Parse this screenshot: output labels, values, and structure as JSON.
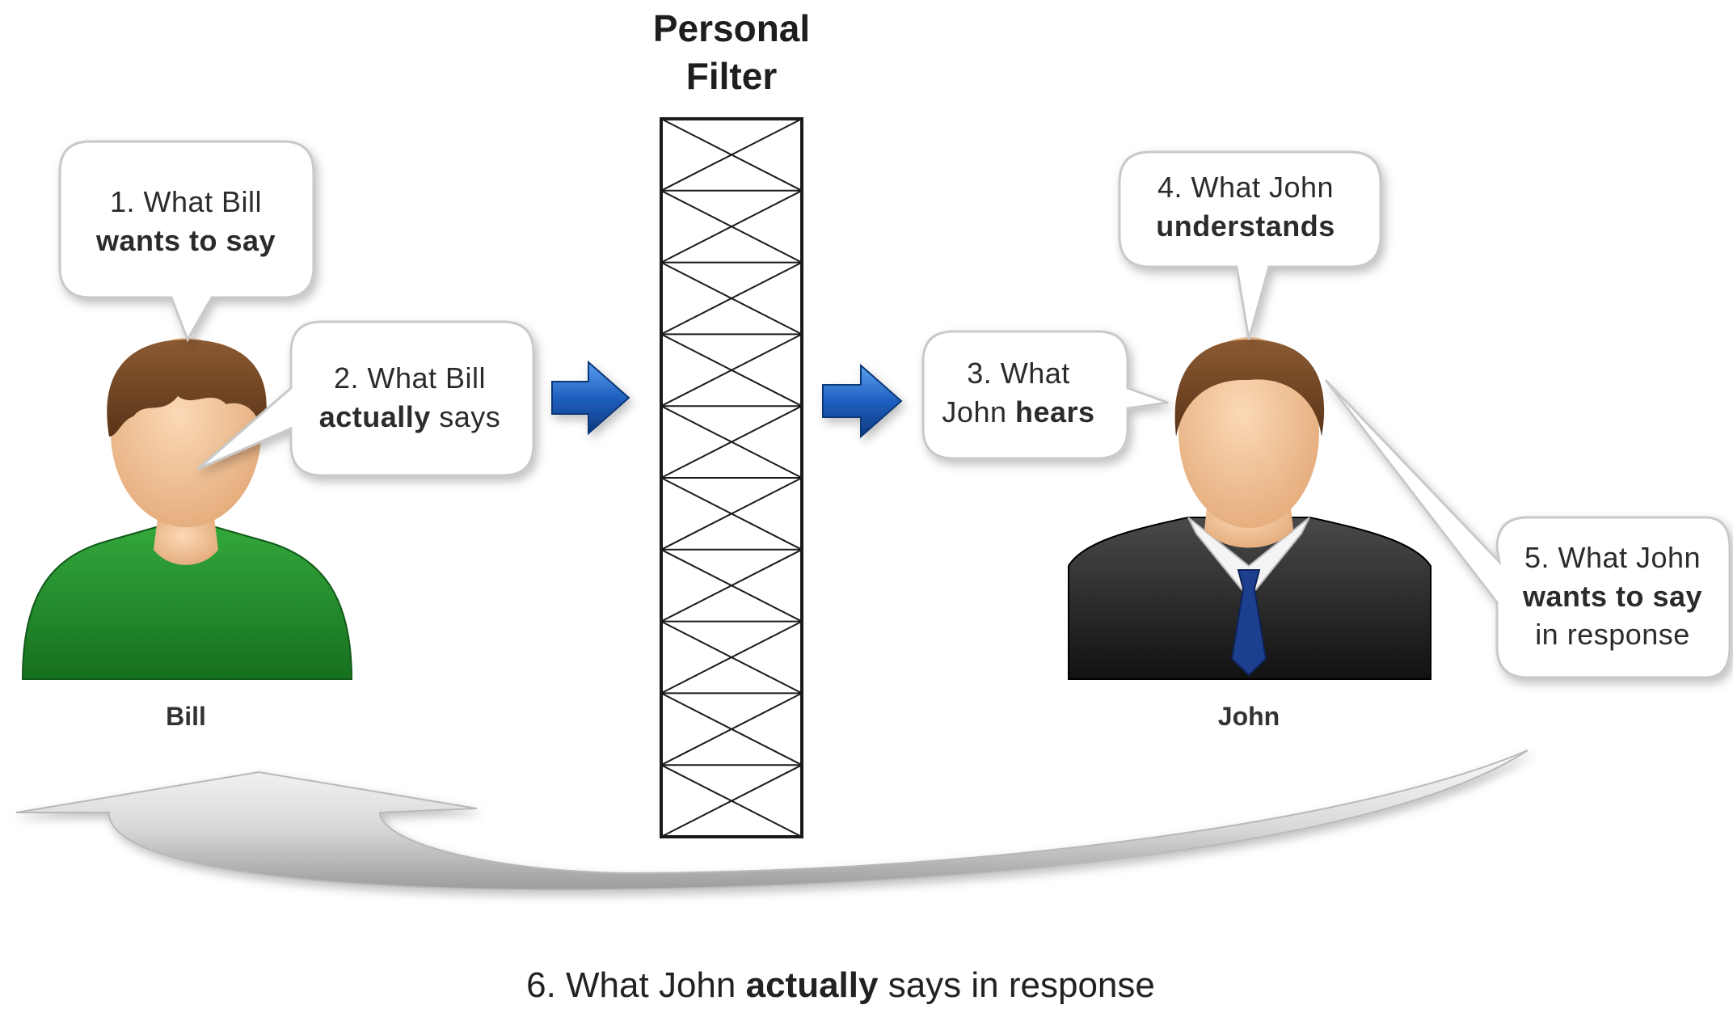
{
  "filter": {
    "title_line1": "Personal",
    "title_line2": "Filter"
  },
  "bubbles": {
    "b1": {
      "line1": "1. What Bill",
      "line2": "wants to say"
    },
    "b2": {
      "line1": "2.  What Bill",
      "line2_bold": "actually",
      "line2_rest": " says"
    },
    "b3": {
      "line1": "3.  What",
      "line2_plain": "John ",
      "line2_bold": "hears"
    },
    "b4": {
      "line1": "4.  What John",
      "line2": "understands"
    },
    "b5": {
      "line1": "5. What John",
      "line2": "wants to say",
      "line3": "in response"
    }
  },
  "people": {
    "bill": "Bill",
    "john": "John"
  },
  "response": {
    "prefix": "6.  What John ",
    "bold": "actually",
    "suffix": " says in response"
  },
  "colors": {
    "arrow_blue": "#1f5fbf",
    "bill_shirt": "#1f8a2a",
    "john_suit": "#222222",
    "john_tie": "#1d3f8f",
    "hair": "#7a4a26",
    "skin": "#f2c79c"
  }
}
